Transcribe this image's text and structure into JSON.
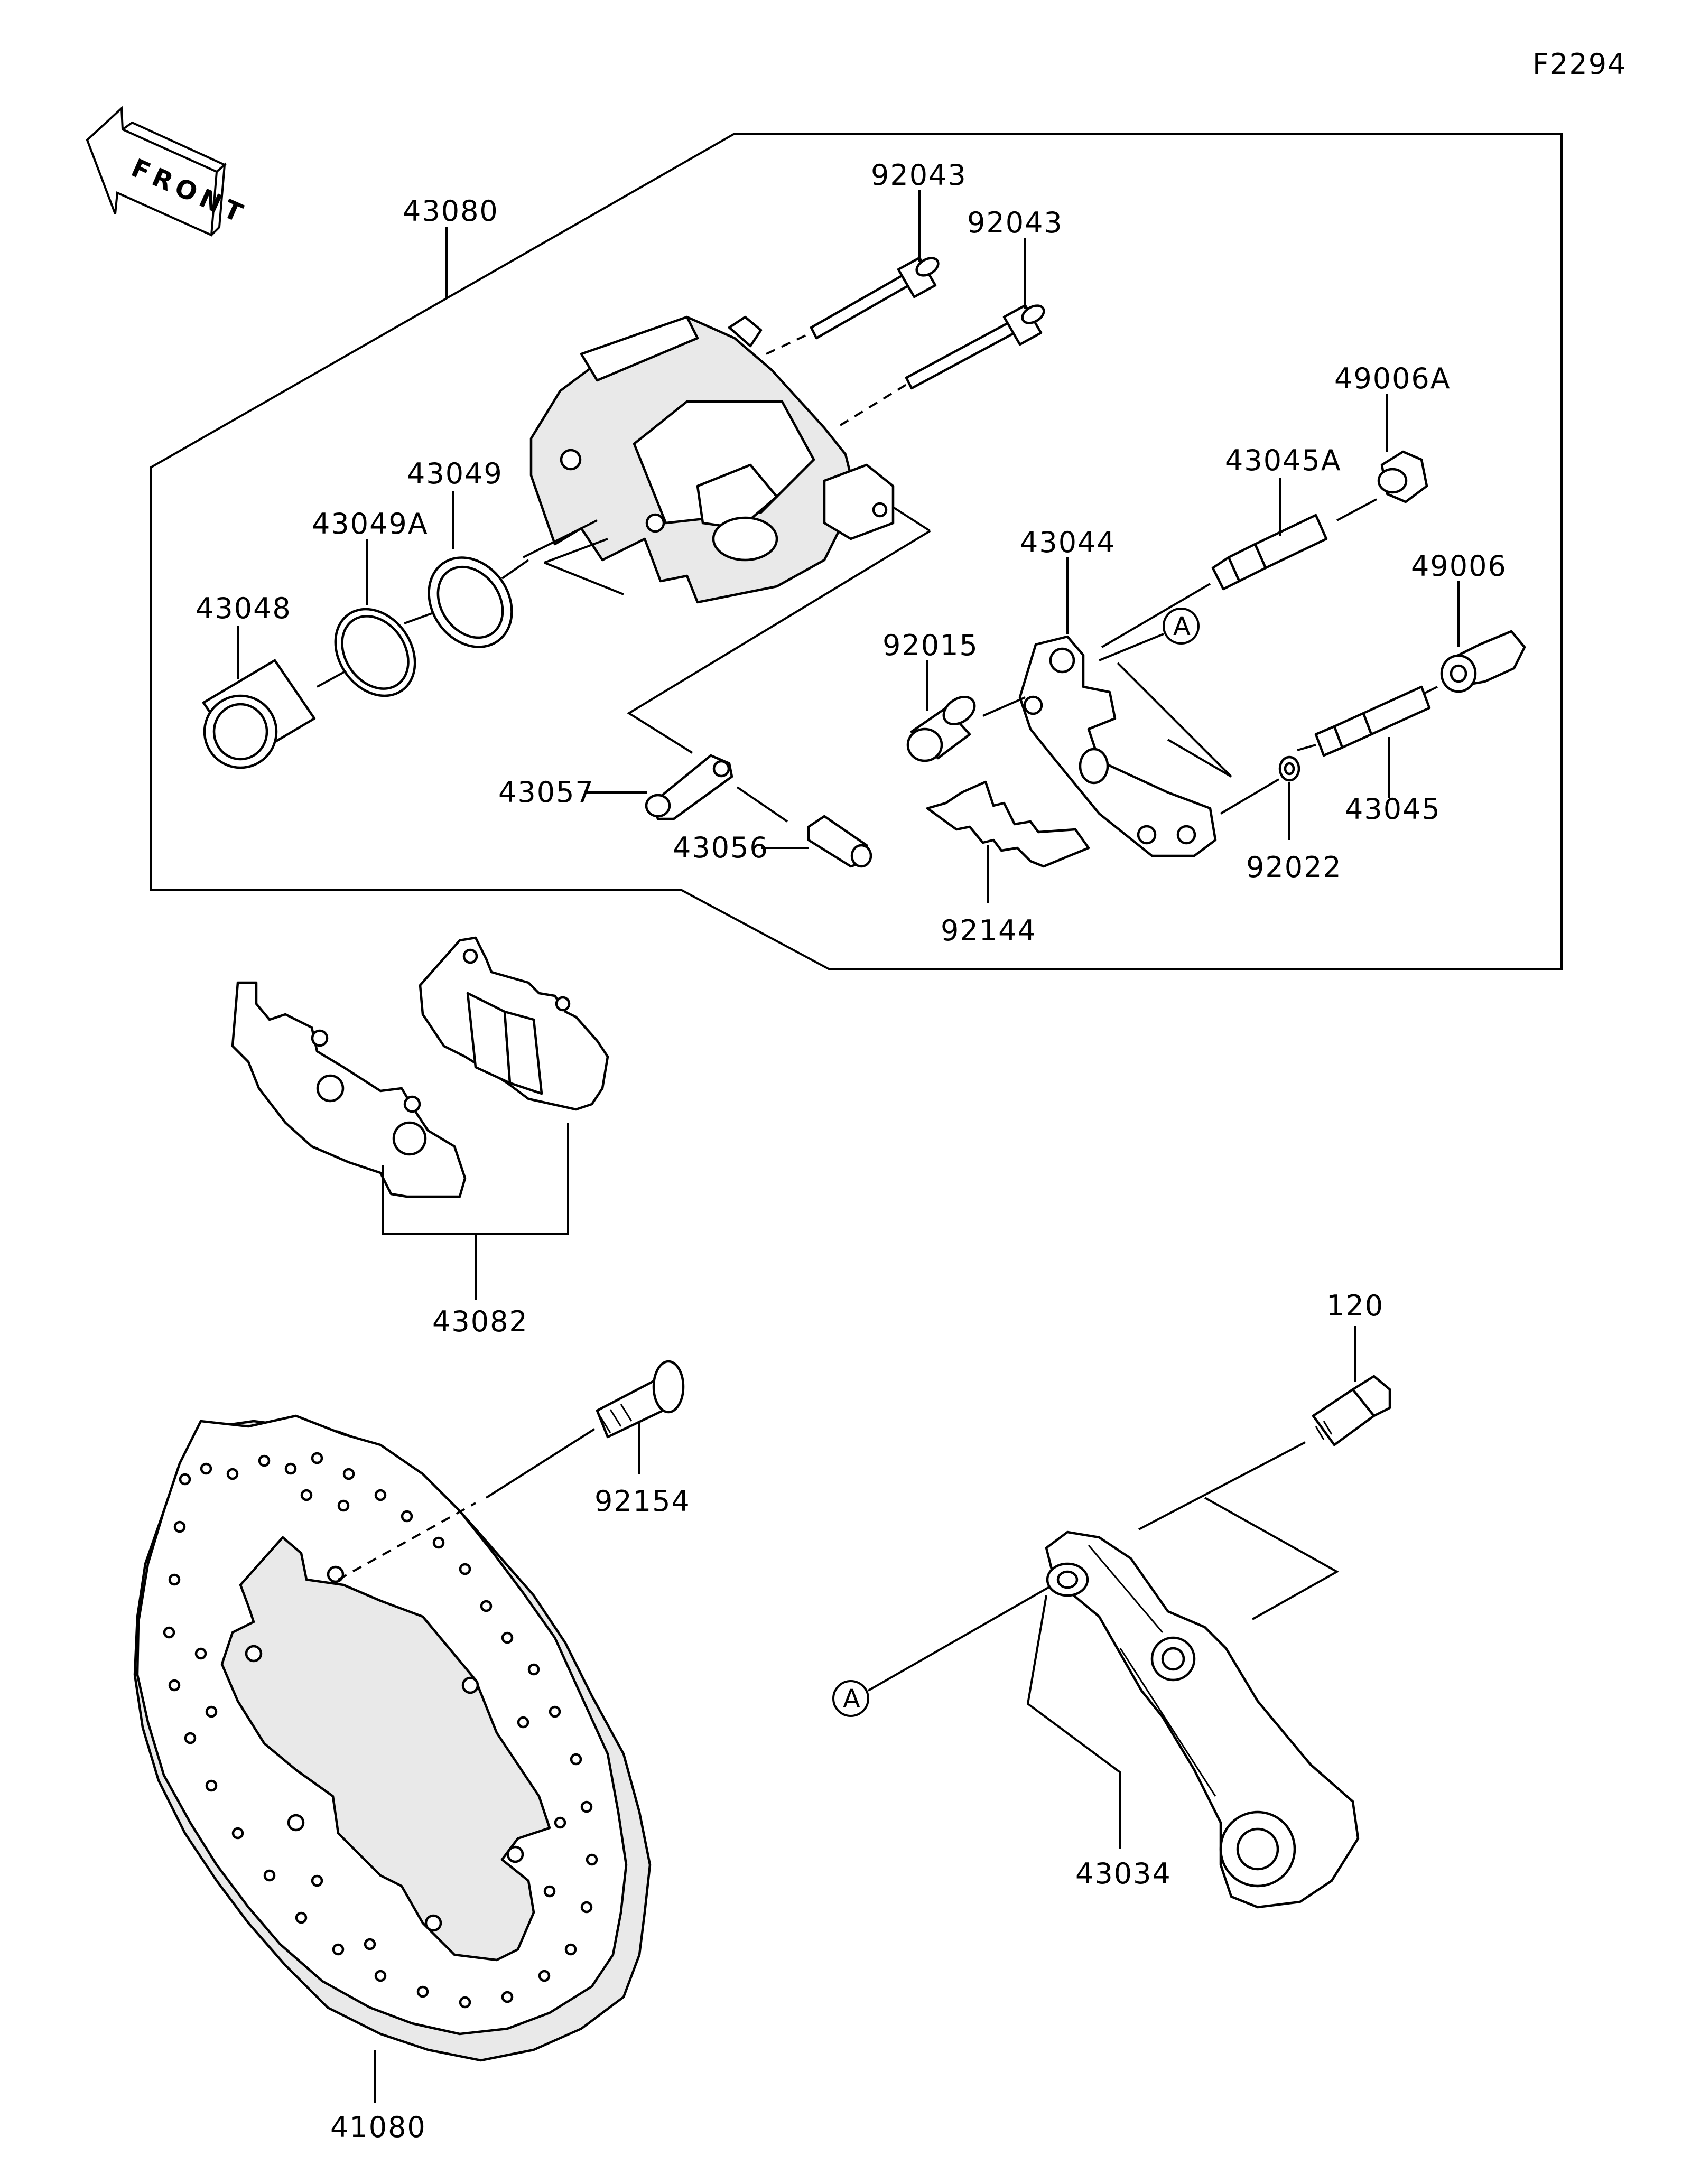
{
  "diagram_id": "F2294",
  "front_label": "FRONT",
  "callout_ref": "A",
  "parts": {
    "p43080": "43080",
    "p92043a": "92043",
    "p92043b": "92043",
    "p49006A": "49006A",
    "p43045A": "43045A",
    "p43049": "43049",
    "p43049A": "43049A",
    "p43048": "43048",
    "p43044": "43044",
    "p49006": "49006",
    "p92015": "92015",
    "p43057": "43057",
    "p43056": "43056",
    "p92144": "92144",
    "p43045": "43045",
    "p92022": "92022",
    "p43082": "43082",
    "p120": "120",
    "p92154": "92154",
    "p43034": "43034",
    "p41080": "41080"
  }
}
